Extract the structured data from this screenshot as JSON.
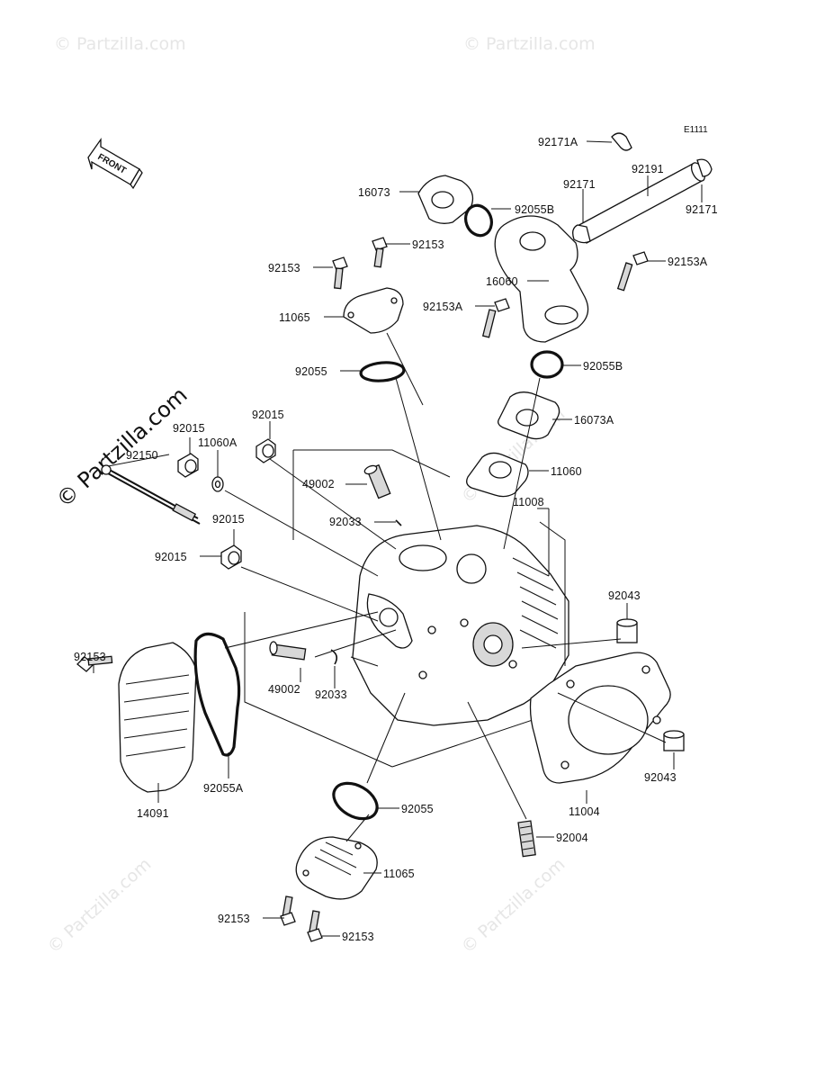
{
  "diagram_code": "E1111",
  "front_label": "FRONT",
  "watermarks": {
    "big": "© Partzilla.com",
    "small": "© Partzilla.com"
  },
  "labels": {
    "p92171A": "92171A",
    "p92191": "92191",
    "p92171_top": "92171",
    "p92171_right": "92171",
    "p16073": "16073",
    "p92055B_top": "92055B",
    "p92153_a": "92153",
    "p92153_b": "92153",
    "p92153A_right": "92153A",
    "p16060": "16060",
    "p92153A_mid": "92153A",
    "p11065_top": "11065",
    "p92055_top": "92055",
    "p92055B_mid": "92055B",
    "p16073A": "16073A",
    "p92015_a": "92015",
    "p92015_b": "92015",
    "p11060A": "11060A",
    "p92150": "92150",
    "p49002_top": "49002",
    "p11060": "11060",
    "p11008": "11008",
    "p92033_top": "92033",
    "p92015_c": "92015",
    "p92015_d": "92015",
    "p92043_top": "92043",
    "p92153_c": "92153",
    "p49002_bot": "49002",
    "p92033_bot": "92033",
    "p92043_bot": "92043",
    "p14091": "14091",
    "p92055A": "92055A",
    "p11004": "11004",
    "p92055_bot": "92055",
    "p92004": "92004",
    "p11065_bot": "11065",
    "p92153_d": "92153",
    "p92153_e": "92153"
  }
}
